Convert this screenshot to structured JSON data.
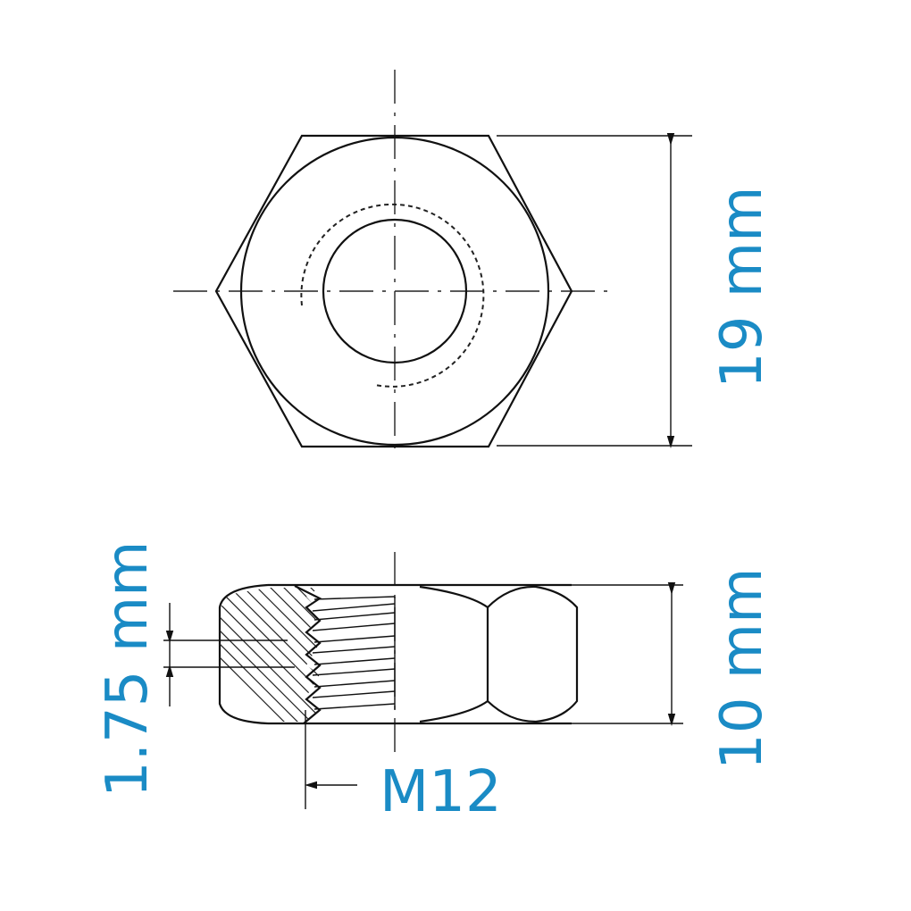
{
  "title": "M12 hex nut dimensions",
  "views": {
    "top": "Hex nut top view",
    "side": "Hex nut side section view"
  },
  "dimensions": {
    "width_across_flats": "19 mm",
    "height": "10 mm",
    "thread_pitch": "1.75 mm",
    "thread_size": "M12"
  },
  "colors": {
    "label": "#1a8bc5",
    "line": "#111111"
  }
}
